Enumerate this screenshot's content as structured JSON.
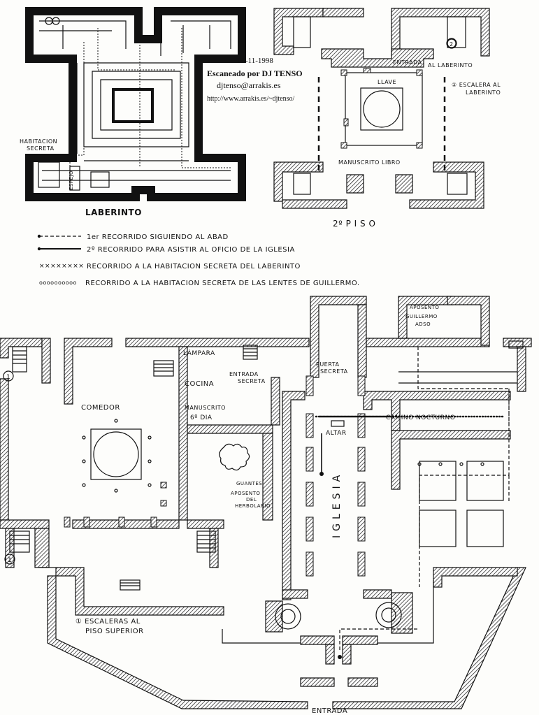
{
  "credits": {
    "date": "05-11-1998",
    "scanned_by": "Escaneado por DJ TENSO",
    "email": "djtenso@arrakis.es",
    "url": "http://www.arrakis.es/~djtenso/"
  },
  "sections": {
    "laberinto": "LABERINTO",
    "segundo_piso": "2º P I S O"
  },
  "legend": [
    {
      "style": "dashed",
      "label": "1er RECORRIDO SIGUIENDO AL ABAD"
    },
    {
      "style": "solid",
      "label": "2º RECORRIDO PARA ASISTIR AL OFICIO DE LA IGLESIA"
    },
    {
      "style": "crosses",
      "label": "RECORRIDO A LA HABITACION SECRETA DEL LABERINTO"
    },
    {
      "style": "circles",
      "label": "RECORRIDO A LA HABITACION SECRETA DE LAS LENTES DE GUILLERMO."
    }
  ],
  "labels": {
    "habitacion_secreta": [
      "HABITACION",
      "SECRETA"
    ],
    "espejo": "ESPEJO",
    "entrada_laberinto": [
      "ENTRADA",
      "AL LABERINTO"
    ],
    "escalera_laberinto": [
      "② ESCALERA AL",
      "LABERINTO"
    ],
    "llave": "LLAVE",
    "manuscrito_libro": "MANUSCRITO LIBRO",
    "lampara": "LÁMPARA",
    "cocina": "COCINA",
    "entrada_secreta": [
      "ENTRADA",
      "SECRETA"
    ],
    "comedor": "COMEDOR",
    "manuscrito_dia": [
      "MANUSCRITO",
      "6º DIA"
    ],
    "guantes": "GUANTES",
    "aposento_herbolario": [
      "APOSENTO",
      "DEL",
      "HERBOLARIO"
    ],
    "puerta_secreta": [
      "PUERTA",
      "SECRETA"
    ],
    "altar": "ALTAR",
    "iglesia": "IGLESIA",
    "camino_nocturno": "CAMINO NOCTURNO",
    "aposento_guillermo": [
      "APOSENTO",
      "GUILLERMO",
      "ADSO"
    ],
    "escaleras_piso": [
      "① ESCALERAS AL",
      "PISO SUPERIOR"
    ],
    "entrada": "ENTRADA",
    "marker_1": "1",
    "marker_2": "2"
  }
}
